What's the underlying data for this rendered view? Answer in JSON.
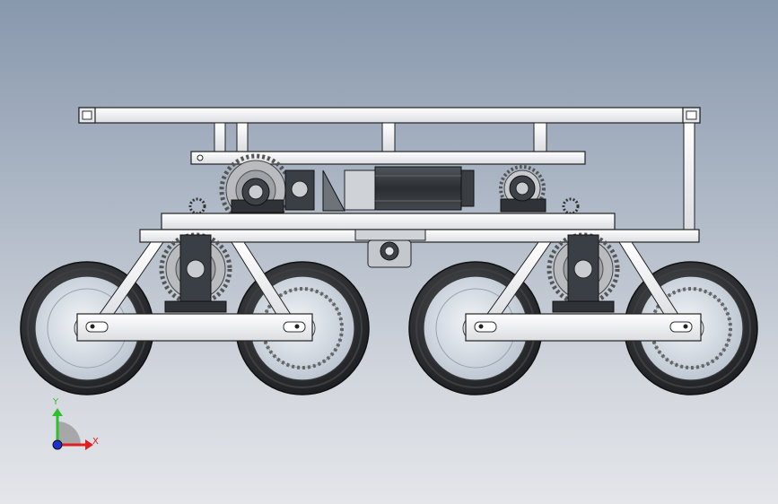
{
  "view": {
    "type": "cad-model-front-view",
    "background_top": "#8898ad",
    "background_bottom": "#e4e6ea"
  },
  "triad": {
    "y_label": "Y",
    "x_label": "X",
    "y_color": "#2fbf2f",
    "x_color": "#e02020",
    "z_color": "#2030d0"
  },
  "colors": {
    "frame_fill": "#f4f4f6",
    "frame_stroke": "#2a2a2a",
    "tire": "#2b2b2e",
    "rim": "#dfe6ee",
    "bearing_block": "#3a3f46",
    "motor": "#2f3338",
    "sprocket": "#8f8f92"
  }
}
